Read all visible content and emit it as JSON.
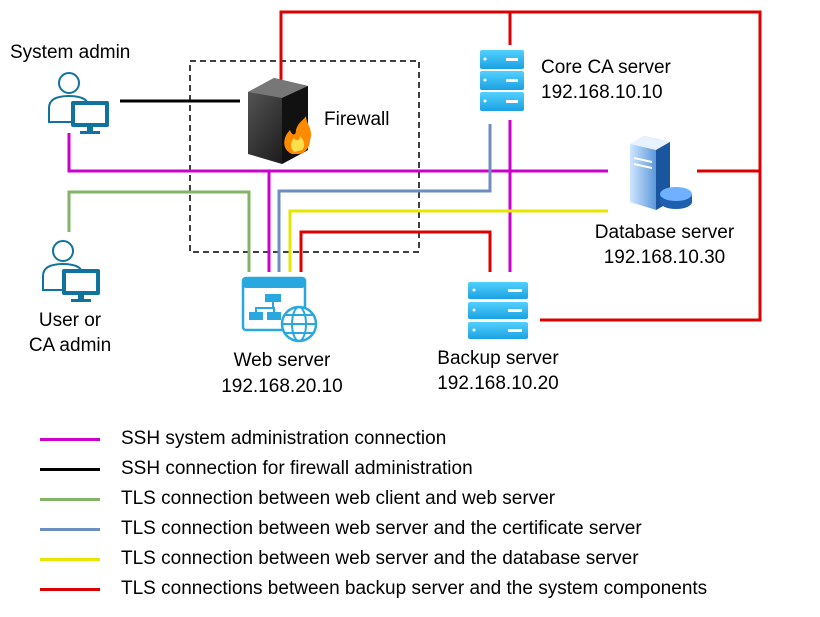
{
  "colors": {
    "ssh_admin": "#cc00cc",
    "ssh_firewall": "#000000",
    "tls_client": "#82b366",
    "tls_cert": "#6c8ebf",
    "tls_db": "#e6e600",
    "tls_backup": "#dd0000",
    "icon_outline": "#10739e",
    "server_blue": "#1ba1e2"
  },
  "nodes": {
    "system_admin": {
      "label": "System admin",
      "icon": "user-computer-icon"
    },
    "user_ca_admin": {
      "label_line1": "User or",
      "label_line2": "CA admin",
      "icon": "user-computer-icon"
    },
    "firewall": {
      "label": "Firewall",
      "icon": "firewall-icon"
    },
    "core_ca": {
      "label": "Core CA server",
      "ip": "192.168.10.10",
      "icon": "rack-server-icon"
    },
    "database": {
      "label": "Database server",
      "ip": "192.168.10.30",
      "icon": "database-server-icon"
    },
    "web": {
      "label": "Web server",
      "ip": "192.168.20.10",
      "icon": "web-server-icon"
    },
    "backup": {
      "label": "Backup server",
      "ip": "192.168.10.20",
      "icon": "rack-server-icon"
    }
  },
  "legend": [
    {
      "label": "SSH system administration connection",
      "color": "#cc00cc"
    },
    {
      "label": "SSH connection for firewall administration",
      "color": "#000000"
    },
    {
      "label": "TLS connection between web client and web server",
      "color": "#82b366"
    },
    {
      "label": "TLS connection between web server and the certificate server",
      "color": "#6c8ebf"
    },
    {
      "label": "TLS connection between web server and the database server",
      "color": "#e6e600"
    },
    {
      "label": "TLS connections between backup server and the system components",
      "color": "#dd0000"
    }
  ]
}
